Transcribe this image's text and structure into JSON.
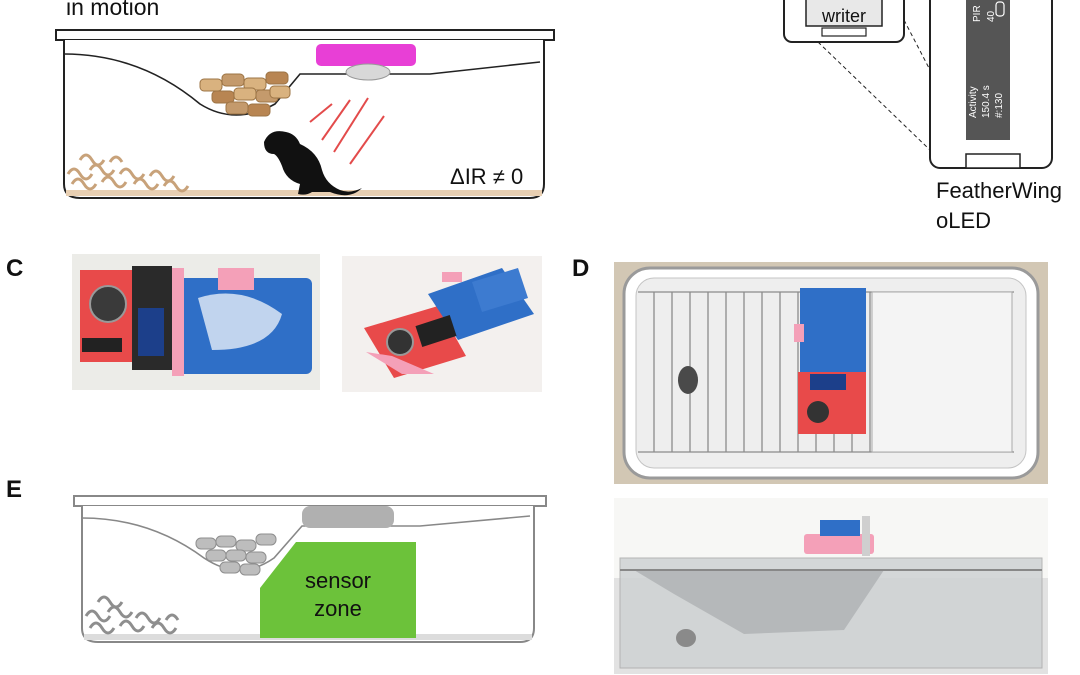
{
  "figure": {
    "panel_labels": {
      "c": "C",
      "d": "D",
      "e": "E"
    },
    "panel_b": {
      "heading": "in motion",
      "equation": "ΔIR ≠ 0"
    },
    "device": {
      "writer_label": "writer",
      "screen_line1": "PIR",
      "screen_line2": "40",
      "screen_line3": "Activity",
      "screen_line4": "150.4 s",
      "screen_line5": "#:130",
      "caption_line1": "FeatherWing",
      "caption_line2": "oLED"
    },
    "panel_e": {
      "zone_line1": "sensor",
      "zone_line2": "zone"
    }
  },
  "colors": {
    "magenta_sensor": "#e83fd6",
    "food_pellet": "#c49a6c",
    "bedding": "#c8a27a",
    "zone_green": "#6cc23a",
    "gray_sensor": "#b0b0b0",
    "pcb_red": "#e84a4a",
    "battery_blue": "#2f6fc7",
    "mount_pink": "#f4a0b8"
  },
  "icons": [
    "mouse-silhouette-icon",
    "ir-ray-icon"
  ]
}
